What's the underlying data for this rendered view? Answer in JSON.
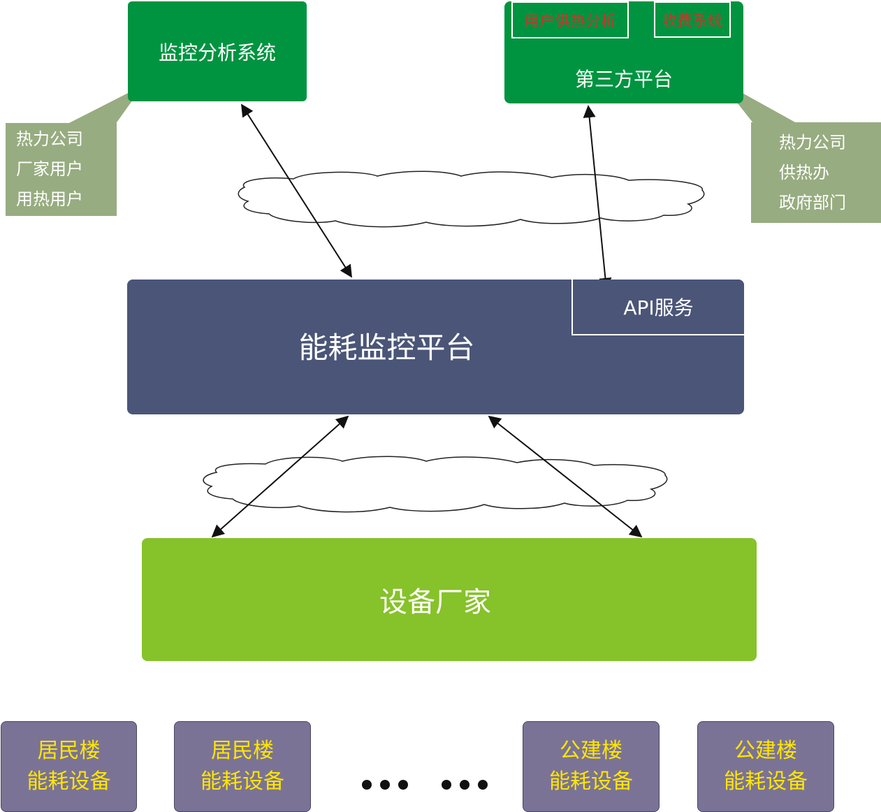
{
  "top": {
    "monitor_system": "监控分析系统",
    "third_party": "第三方平台",
    "third_party_tabs": [
      "用户供热分析",
      "收费系统"
    ]
  },
  "callouts": {
    "left": [
      "热力公司",
      "厂家用户",
      "用热用户"
    ],
    "right": [
      "热力公司",
      "供热办",
      "政府部门"
    ]
  },
  "platform": {
    "title": "能耗监控平台",
    "api": "API服务"
  },
  "vendor": {
    "title": "设备厂家"
  },
  "devices": [
    {
      "line1": "居民楼",
      "line2": "能耗设备"
    },
    {
      "line1": "居民楼",
      "line2": "能耗设备"
    },
    {
      "line1": "公建楼",
      "line2": "能耗设备"
    },
    {
      "line1": "公建楼",
      "line2": "能耗设备"
    }
  ],
  "colors": {
    "dark_green": "#009440",
    "navy": "#4a5578",
    "lime": "#86c229",
    "sage": "#97ac80",
    "purple": "#7b7396",
    "device_text": "#ffe600",
    "tab_text": "#c0392b"
  }
}
